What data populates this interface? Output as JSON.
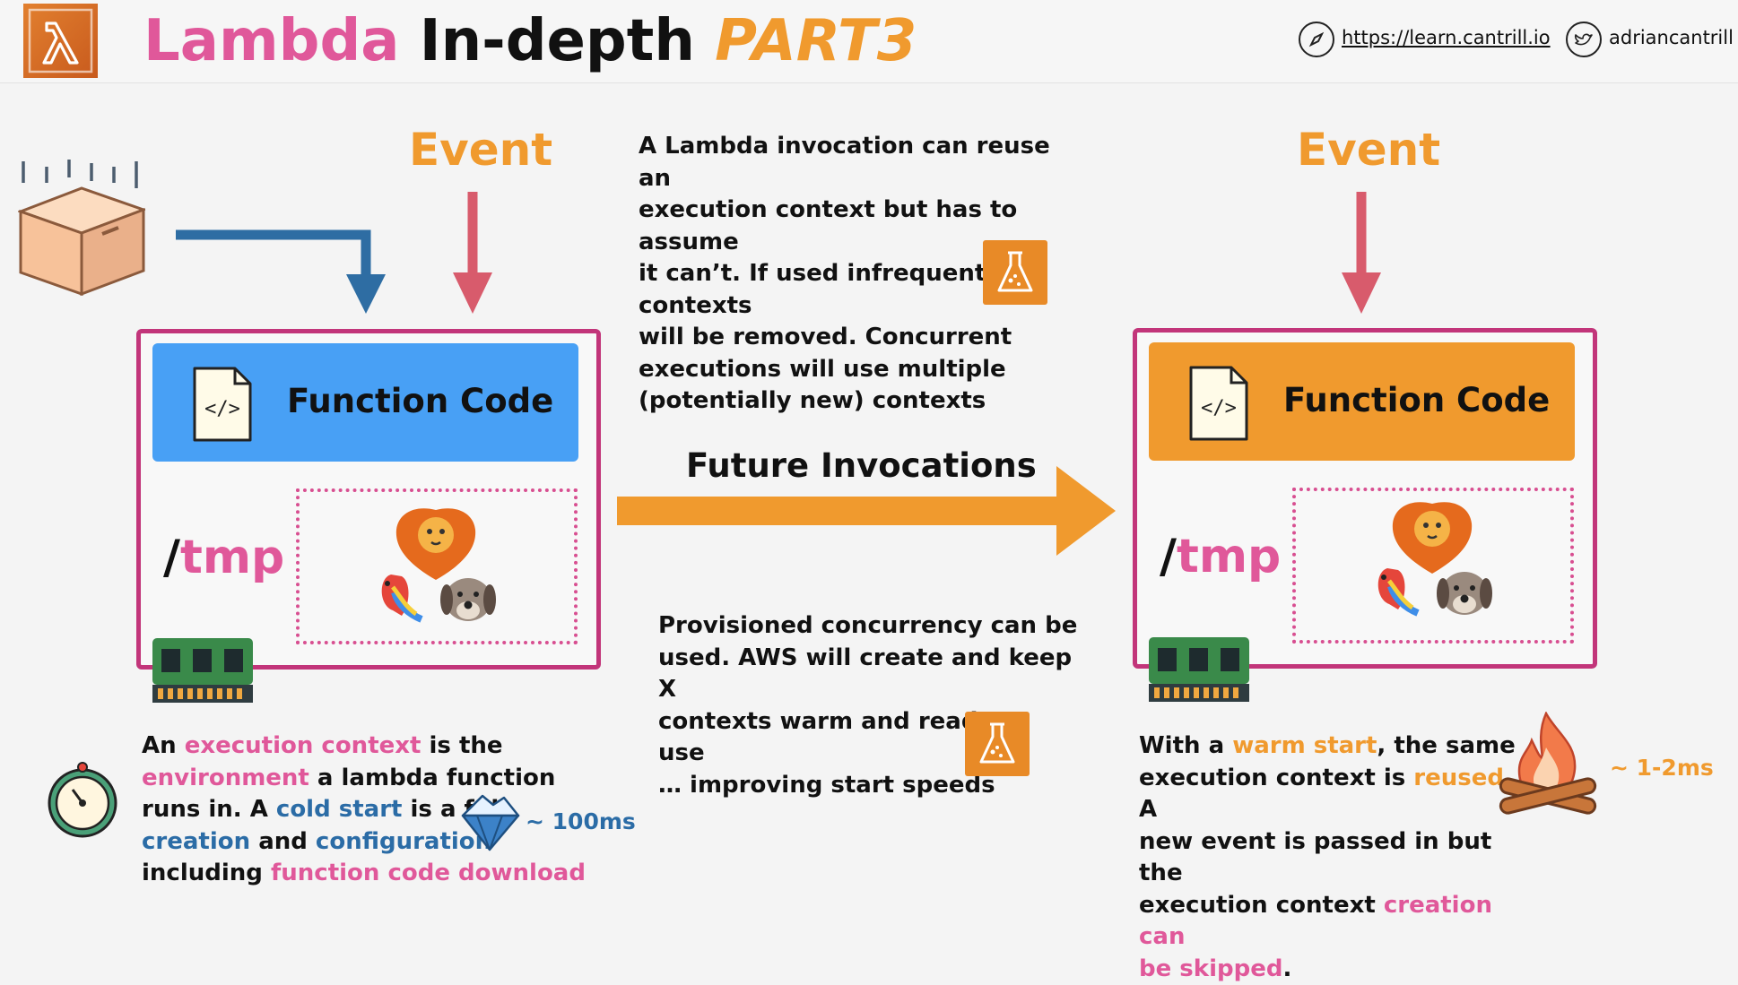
{
  "header": {
    "title_part1": "Lambda",
    "title_part2": "In-depth",
    "title_part3": "PART3",
    "link": "https://learn.cantrill.io",
    "handle": "adriancantrill",
    "logo_icon": "lambda-logo-icon",
    "compass_icon": "compass-icon",
    "twitter_icon": "twitter-icon"
  },
  "left": {
    "event_label": "Event",
    "function_code": "Function Code",
    "tmp_slash": "/",
    "tmp_word": "tmp"
  },
  "right": {
    "event_label": "Event",
    "function_code": "Function Code",
    "tmp_slash": "/",
    "tmp_word": "tmp"
  },
  "center": {
    "future": "Future Invocations",
    "top_lines": [
      "A Lambda invocation can reuse an",
      "execution context but has to assume",
      "it can’t. If used infrequently contexts",
      "will be removed. Concurrent",
      "executions will use multiple",
      "(potentially new) contexts"
    ],
    "bottom_lines": [
      "Provisioned concurrency can be",
      "used. AWS will create and keep X",
      "contexts warm and ready to use",
      "… improving start speeds"
    ]
  },
  "cold": {
    "t1": "An ",
    "t2": "execution context",
    "t3": " is the",
    "t4": "environment",
    "t5": " a lambda function",
    "t6": "runs in. A ",
    "t7": "cold start",
    "t8": " is a full",
    "t9": "creation",
    "t10": " and ",
    "t11": "configuration",
    "t12": "including ",
    "t13": "function code download",
    "time": "~ 100ms"
  },
  "warm": {
    "t1": "With a ",
    "t2": "warm start",
    "t3": ", the same",
    "t4": "execution context is ",
    "t5": "reused",
    "t6": ". A",
    "t7": "new event is passed in but the",
    "t8": "execution context ",
    "t9": "creation can",
    "t10": "be skipped",
    "t11": ".",
    "time": "~ 1-2ms"
  },
  "colors": {
    "pink": "#e0589a",
    "blue": "#2b6ca6",
    "orange": "#f09a2e",
    "box_border": "#c2357a",
    "blue_bar": "#48a0f5",
    "orange_bar": "#f09a2e"
  }
}
